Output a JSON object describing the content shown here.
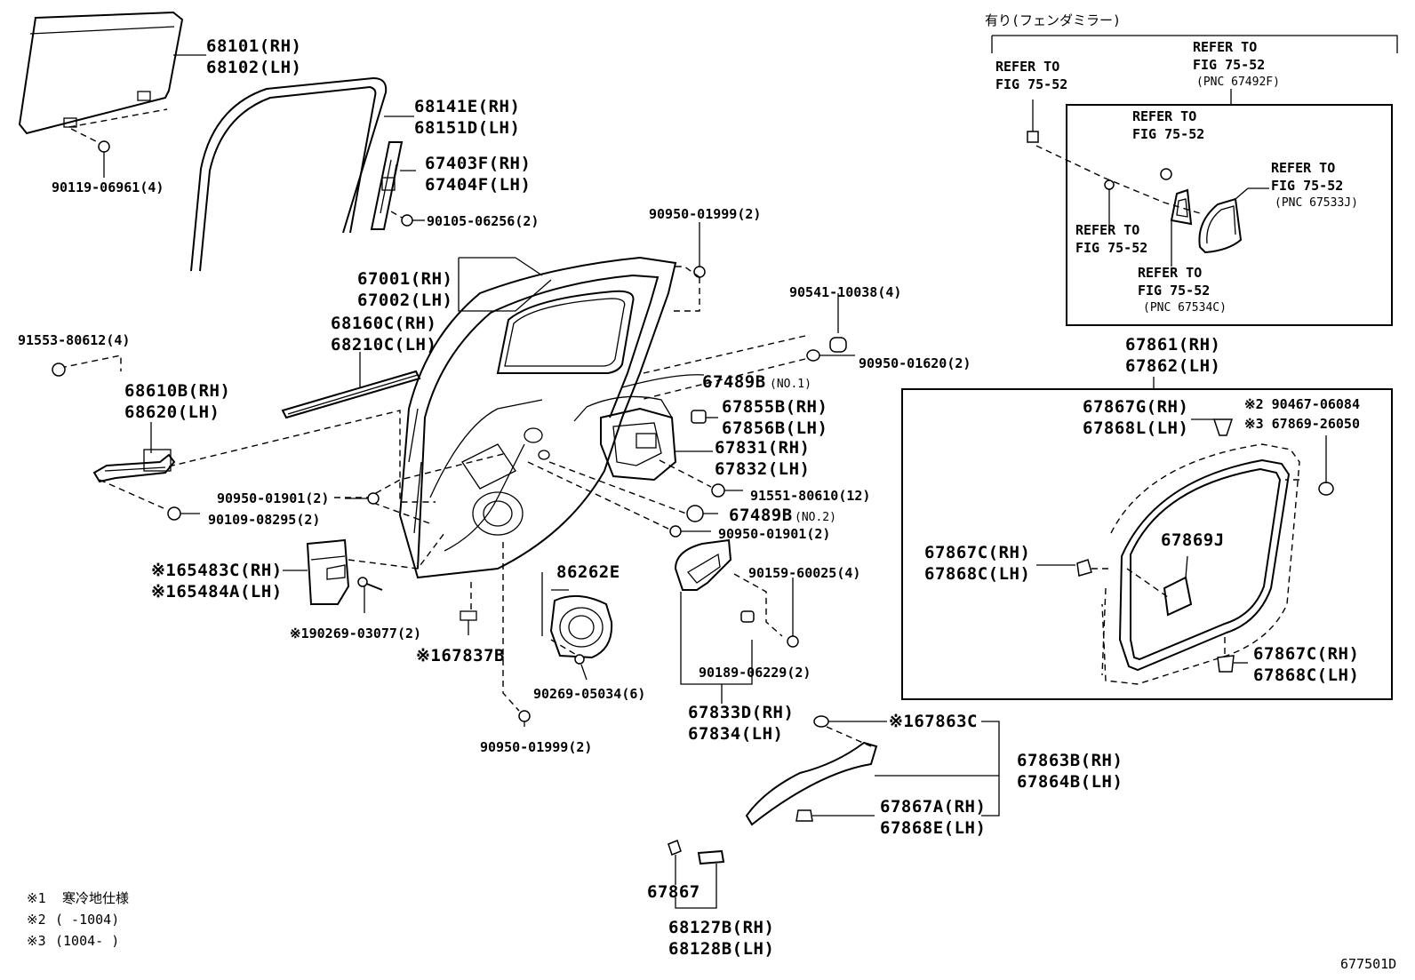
{
  "diagram": {
    "footer_code": "677501D",
    "legend": [
      {
        "mark": "※1",
        "text": "寒冷地仕様"
      },
      {
        "mark": "※2",
        "text": "(    -1004)"
      },
      {
        "mark": "※3",
        "text": "(1004-    )"
      }
    ],
    "option_header": "有り(フェンダミラー)",
    "labels": {
      "p68101": "68101(RH)",
      "p68102": "68102(LH)",
      "b90119": "90119-06961(4)",
      "p68141e": "68141E(RH)",
      "p68151d": "68151D(LH)",
      "p67403f": "67403F(RH)",
      "p67404f": "67404F(LH)",
      "b90105": "90105-06256(2)",
      "c90950_1999a": "90950-01999(2)",
      "p67001": "67001(RH)",
      "p67002": "67002(LH)",
      "p68160c": "68160C(RH)",
      "p68210c": "68210C(LH)",
      "b90541": "90541-10038(4)",
      "c90950_1620": "90950-01620(2)",
      "b91553": "91553-80612(4)",
      "p68610b": "68610B(RH)",
      "p68620": "68620(LH)",
      "p67489b1": "67489B",
      "p67489b1_note": "(NO.1)",
      "p67855b": "67855B(RH)",
      "p67856b": "67856B(LH)",
      "p67831": "67831(RH)",
      "p67832": "67832(LH)",
      "c90950_1901a": "90950-01901(2)",
      "b91551": "91551-80610(12)",
      "b90109": "90109-08295(2)",
      "p67489b2": "67489B",
      "p67489b2_note": "(NO.2)",
      "c90950_1901b": "90950-01901(2)",
      "p65483c": "※165483C(RH)",
      "p65484a": "※165484A(LH)",
      "p86262e": "86262E",
      "b90159": "90159-60025(4)",
      "b90269_3077": "※190269-03077(2)",
      "p67837b": "※167837B",
      "b90189": "90189-06229(2)",
      "b90269_5034": "90269-05034(6)",
      "p67833d": "67833D(RH)",
      "p67834": "67834(LH)",
      "c90950_1999b": "90950-01999(2)",
      "p67863c": "※167863C",
      "p67863b": "67863B(RH)",
      "p67864b": "67864B(LH)",
      "p67867a": "67867A(RH)",
      "p67868e": "67868E(LH)",
      "p67867": "67867",
      "p68127b": "68127B(RH)",
      "p68128b": "68128B(LH)",
      "p67861": "67861(RH)",
      "p67862": "67862(LH)",
      "p67867g": "67867G(RH)",
      "p67868l": "67868L(LH)",
      "p90467": "※2 90467-06084",
      "p67869_26050": "※3 67869-26050",
      "p67867c_a": "67867C(RH)",
      "p67868c_a": "67868C(LH)",
      "p67869j": "67869J",
      "p67867c_b": "67867C(RH)",
      "p67868c_b": "67868C(LH)"
    },
    "refer": {
      "top_left_1": "REFER TO",
      "top_left_2": "FIG 75-52",
      "top_right_1": "REFER TO",
      "top_right_2": "FIG 75-52",
      "top_right_3": "(PNC 67492F)",
      "in_a_1": "REFER TO",
      "in_a_2": "FIG 75-52",
      "in_b_1": "REFER TO",
      "in_b_2": "FIG 75-52",
      "in_b_3": "(PNC 67533J)",
      "in_c_1": "REFER TO",
      "in_c_2": "FIG 75-52",
      "in_d_1": "REFER TO",
      "in_d_2": "FIG 75-52",
      "in_d_3": "(PNC 67534C)"
    }
  }
}
